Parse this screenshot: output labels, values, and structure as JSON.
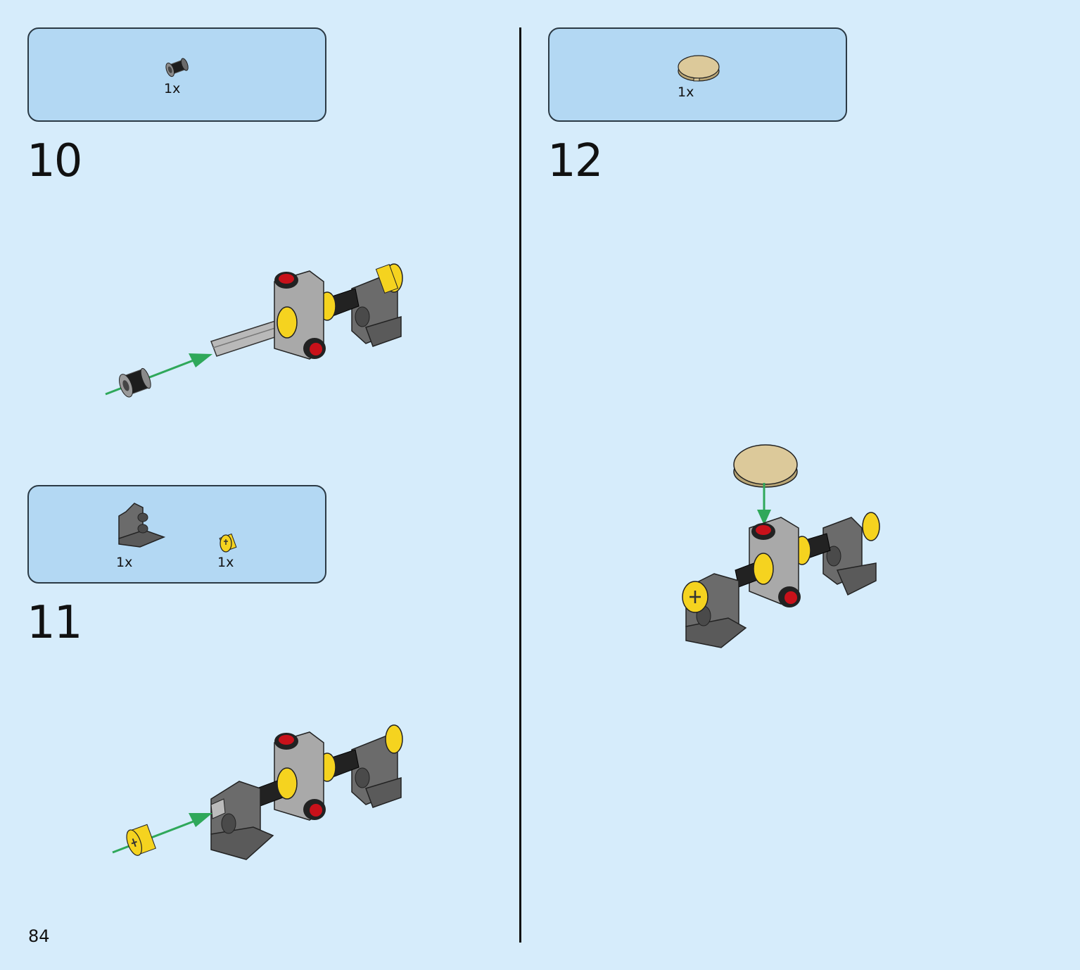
{
  "steps": [
    {
      "number": "10",
      "parts": [
        {
          "icon": "bush-icon",
          "qty": "1x"
        }
      ]
    },
    {
      "number": "11",
      "parts": [
        {
          "icon": "pin-connector-perpendicular-icon",
          "qty": "1x"
        },
        {
          "icon": "yellow-bush-icon",
          "qty": "1x"
        }
      ]
    },
    {
      "number": "12",
      "parts": [
        {
          "icon": "tan-round-tile-icon",
          "qty": "1x"
        }
      ]
    }
  ],
  "page_number": "84",
  "colors": {
    "background": "#d6ecfb",
    "parts_box": "#b3d8f3",
    "dark_gray": "#6b6b6b",
    "light_gray": "#a9a9a9",
    "yellow": "#f5d31f",
    "red": "#c8111a",
    "tan": "#dcc99a",
    "arrow_green": "#2fa85a"
  }
}
